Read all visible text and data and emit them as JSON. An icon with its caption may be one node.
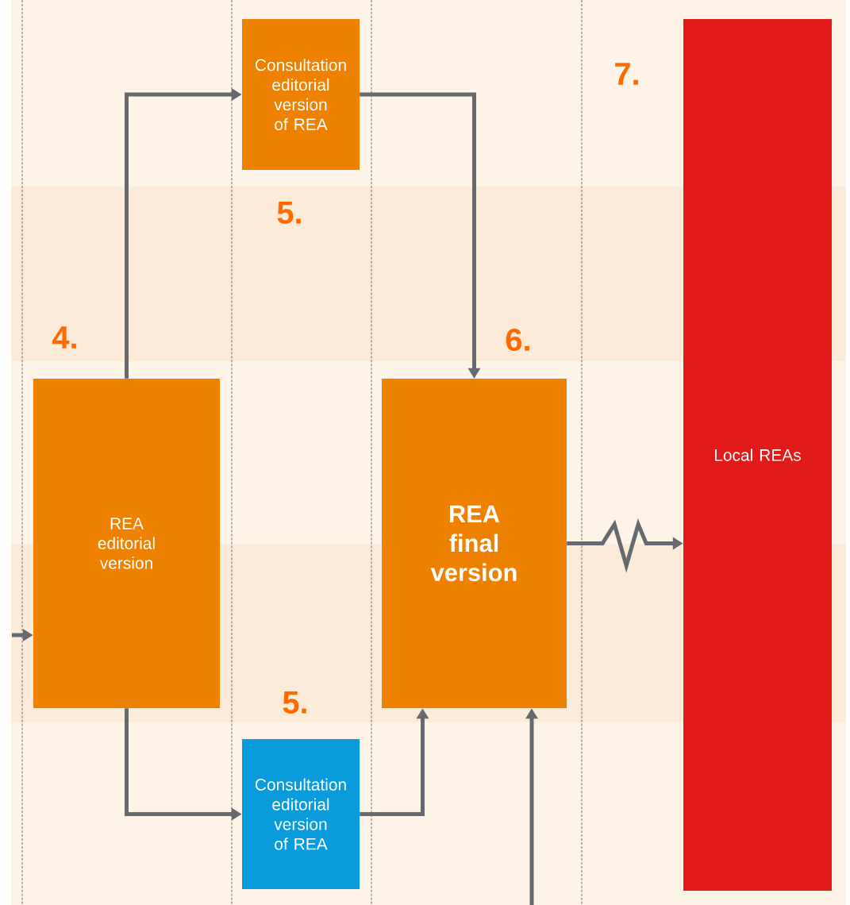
{
  "diagram": {
    "nodes": [
      {
        "text": [
          "Consultation editorial version of REA"
        ],
        "beside": [
          "5."
        ]
      },
      {
        "text": [
          "REA editorial version"
        ],
        "beside": [
          "4."
        ]
      },
      {
        "text": [
          "REA final version"
        ],
        "beside": [
          "6."
        ]
      },
      {
        "text": [
          "Local REAs"
        ],
        "beside": [
          "7."
        ]
      },
      {
        "text": [
          "Consultation editorial version of REA"
        ],
        "beside": [
          "5."
        ]
      }
    ],
    "edges": [
      {
        "from": null,
        "to": 1,
        "arrow": "to"
      },
      {
        "from": 1,
        "to": 0,
        "arrow": "to"
      },
      {
        "from": 0,
        "to": 2,
        "arrow": "to"
      },
      {
        "from": 1,
        "to": 4,
        "arrow": "to"
      },
      {
        "from": 4,
        "to": 2,
        "arrow": "to"
      },
      {
        "from": null,
        "to": 2,
        "arrow": "to"
      },
      {
        "from": 2,
        "to": 3,
        "arrow": "to"
      }
    ]
  }
}
